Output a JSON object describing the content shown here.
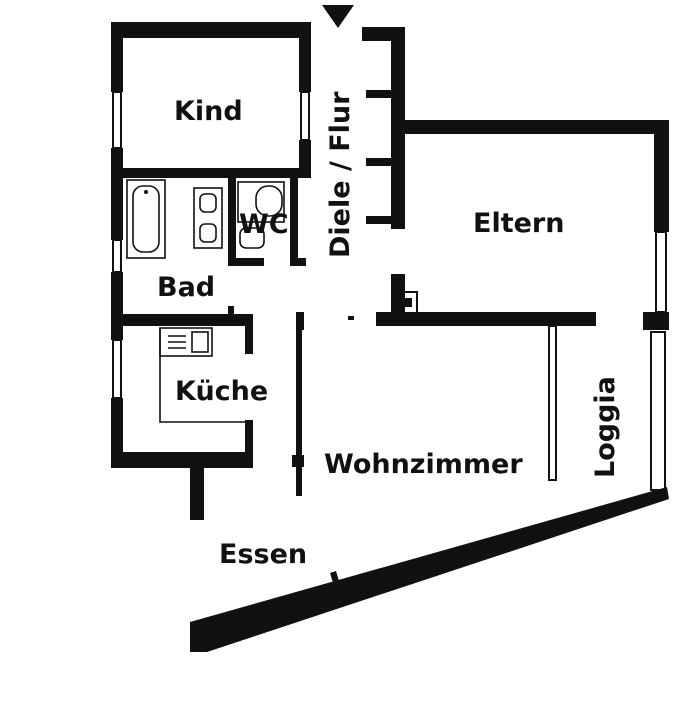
{
  "rooms": {
    "kind": "Kind",
    "wc": "WC",
    "diele": "Diele / Flur",
    "eltern": "Eltern",
    "bad": "Bad",
    "kueche": "Küche",
    "wohnzimmer": "Wohnzimmer",
    "loggia": "Loggia",
    "essen": "Essen"
  },
  "colors": {
    "ink": "#111111",
    "background": "#ffffff"
  }
}
